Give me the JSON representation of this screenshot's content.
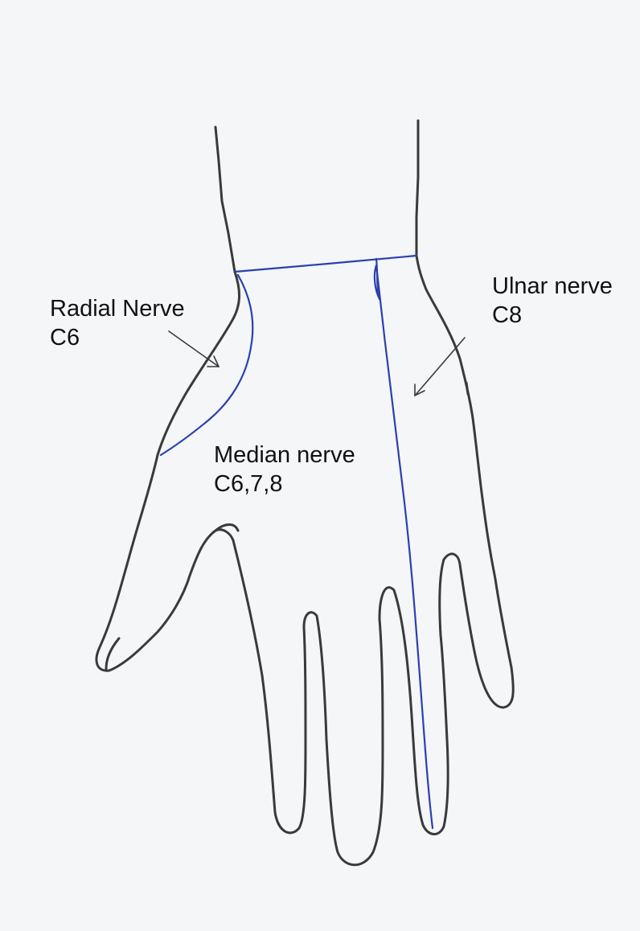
{
  "labels": {
    "radial": {
      "name": "Radial Nerve",
      "root": "C6"
    },
    "ulnar": {
      "name": "Ulnar nerve",
      "root": "C8"
    },
    "median": {
      "name": "Median nerve",
      "root": "C6,7,8"
    }
  },
  "colors": {
    "outline": "#3a3a3a",
    "boundary": "#2b3fb0",
    "paper": "#f4f6f8",
    "text": "#111111"
  }
}
